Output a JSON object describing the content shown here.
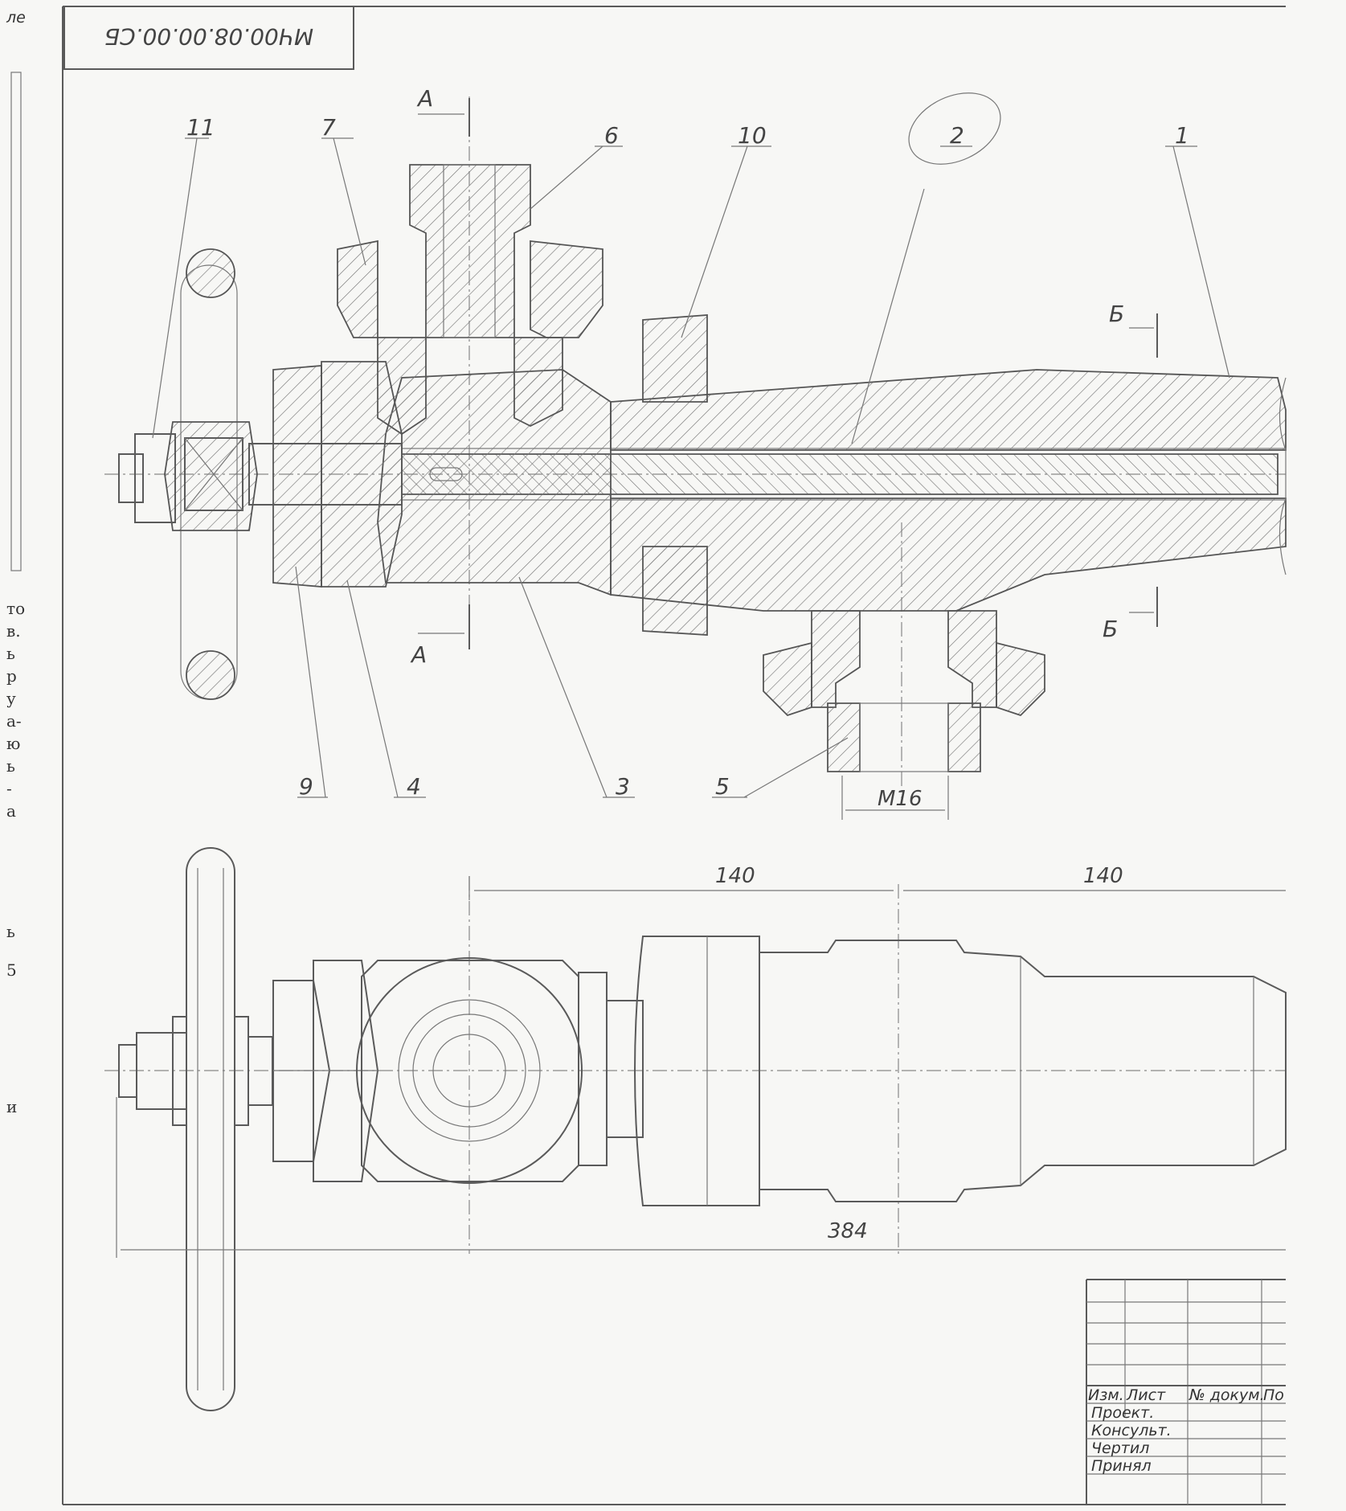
{
  "drawing": {
    "code": "МЧ00.08.00.00.СБ",
    "corner_mark": "ле",
    "side_marks": [
      "то",
      "в.",
      "ь",
      "р",
      "у",
      "а-",
      "ю",
      "ь",
      "-",
      "а",
      "ь",
      "5",
      "и"
    ],
    "part_numbers": [
      "11",
      "7",
      "6",
      "10",
      "2",
      "1",
      "9",
      "4",
      "3",
      "5"
    ],
    "section_a_top": "А",
    "section_a_bottom": "А",
    "section_b_top": "Б",
    "section_b_bottom": "Б",
    "thread_label": "M16",
    "dim_140_left": "140",
    "dim_140_right": "140",
    "dim_384": "384"
  },
  "title_block": {
    "header": [
      "Изм.",
      "Лист",
      "№ докум.",
      "По"
    ],
    "rows": [
      "Проект.",
      "Консульт.",
      "Чертил",
      "Принял"
    ]
  }
}
